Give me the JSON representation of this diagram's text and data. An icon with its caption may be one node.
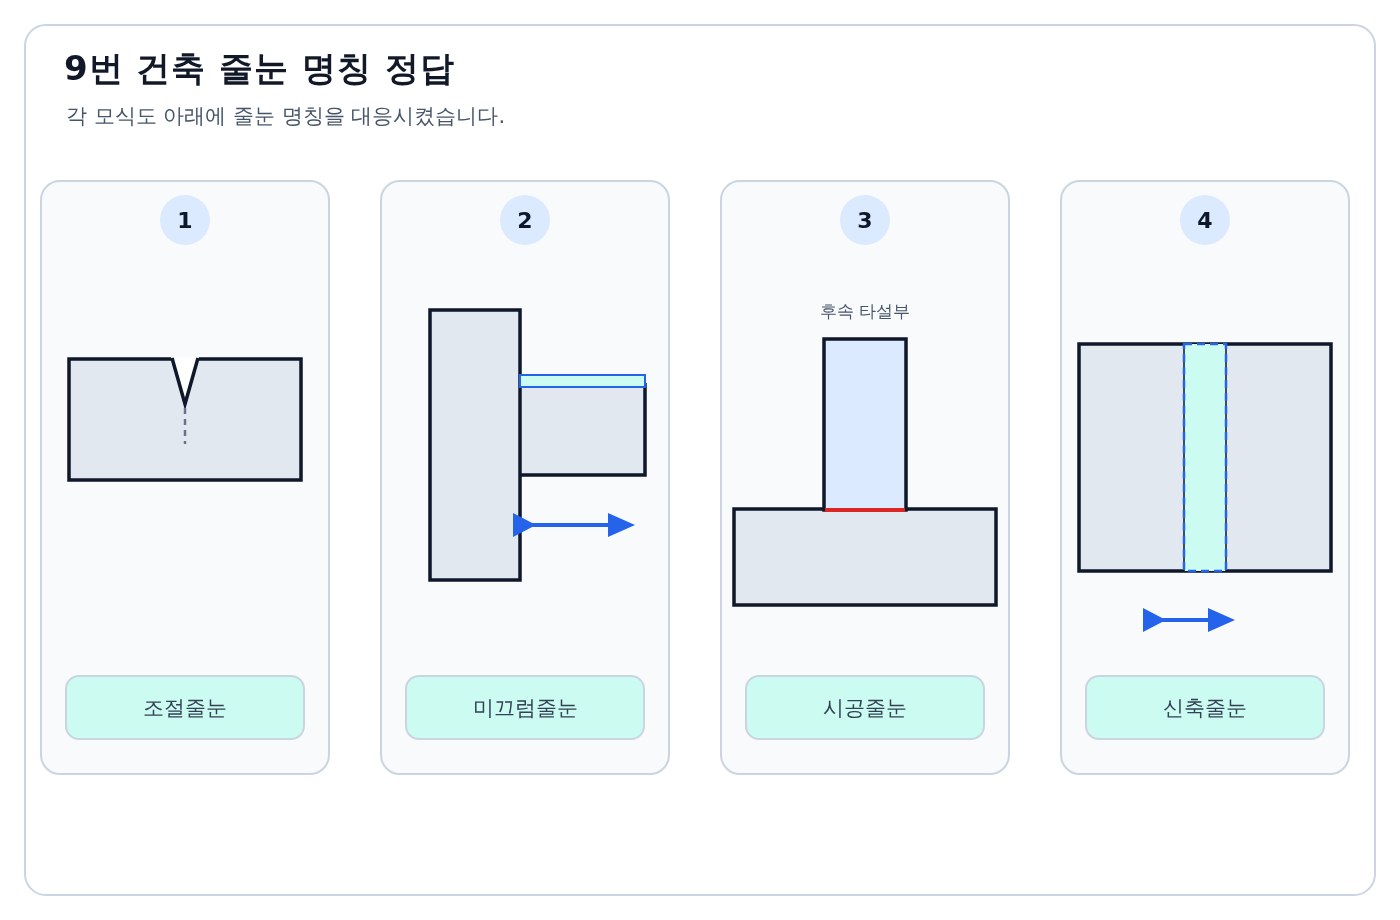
{
  "diagram": {
    "title": "9번 건축 줄눈 명칭 정답",
    "nodes": [
      {
        "text": [],
        "shape": "box"
      },
      {
        "text": [
          "1"
        ],
        "in": 0
      },
      {
        "text": [
          "조절줄눈"
        ],
        "in": 0
      },
      {
        "text": [],
        "shape": "box"
      },
      {
        "text": [
          "2"
        ],
        "in": 3
      },
      {
        "text": [
          "미끄럼줄눈"
        ],
        "in": 3
      },
      {
        "text": [],
        "shape": "box"
      },
      {
        "text": [
          "3"
        ],
        "in": 6
      },
      {
        "text": [
          "시공줄눈"
        ],
        "in": 6
      },
      {
        "text": [],
        "shape": "box"
      },
      {
        "text": [
          "4"
        ],
        "in": 9
      },
      {
        "text": [
          "신축줄눈"
        ],
        "in": 9
      }
    ],
    "labels": [
      "각 모식도 아래에 줄눈 명칭을 대응시켰습니다.",
      "후속 타설부"
    ]
  }
}
